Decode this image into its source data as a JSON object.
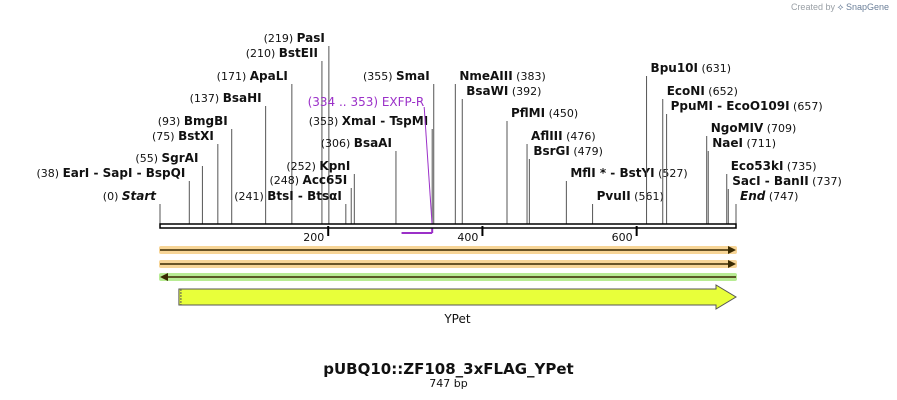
{
  "credit": {
    "prefix": "Created by",
    "brand": "SnapGene"
  },
  "map": {
    "name": "pUBQ10::ZF108_3xFLAG_YPet",
    "length_label": "747 bp",
    "length_bp": 747,
    "ruler_ticks": [
      "200",
      "400",
      "600"
    ],
    "sites": [
      {
        "name": "Start",
        "pos": "(0)",
        "bp": 0,
        "italic": true
      },
      {
        "name": "EarI  -  SapI  -  BspQI",
        "pos": "(38)",
        "bp": 38
      },
      {
        "name": "SgrAI",
        "pos": "(55)",
        "bp": 55
      },
      {
        "name": "BstXI",
        "pos": "(75)",
        "bp": 75
      },
      {
        "name": "BmgBI",
        "pos": "(93)",
        "bp": 93
      },
      {
        "name": "BsaHI",
        "pos": "(137)",
        "bp": 137
      },
      {
        "name": "ApaLI",
        "pos": "(171)",
        "bp": 171
      },
      {
        "name": "BstEII",
        "pos": "(210)",
        "bp": 210
      },
      {
        "name": "PasI",
        "pos": "(219)",
        "bp": 219
      },
      {
        "name": "BtsI  -  BtsαI",
        "pos": "(241)",
        "bp": 241
      },
      {
        "name": "Acc65I",
        "pos": "(248)",
        "bp": 248
      },
      {
        "name": "KpnI",
        "pos": "(252)",
        "bp": 252
      },
      {
        "name": "BsaAI",
        "pos": "(306)",
        "bp": 306
      },
      {
        "name": "XmaI  -  TspMI",
        "pos": "(353)",
        "bp": 353
      },
      {
        "name": "SmaI",
        "pos": "(355)",
        "bp": 355
      },
      {
        "name": "NmeAIII",
        "pos": "(383)",
        "bp": 383
      },
      {
        "name": "BsaWI",
        "pos": "(392)",
        "bp": 392
      },
      {
        "name": "PflMI",
        "pos": "(450)",
        "bp": 450
      },
      {
        "name": "AflIII",
        "pos": "(476)",
        "bp": 476
      },
      {
        "name": "BsrGI",
        "pos": "(479)",
        "bp": 479
      },
      {
        "name": "MflI *  -  BstYI",
        "pos": "(527)",
        "bp": 527
      },
      {
        "name": "PvuII",
        "pos": "(561)",
        "bp": 561
      },
      {
        "name": "Bpu10I",
        "pos": "(631)",
        "bp": 631
      },
      {
        "name": "EcoNI",
        "pos": "(652)",
        "bp": 652
      },
      {
        "name": "PpuMI  -  EcoO109I",
        "pos": "(657)",
        "bp": 657
      },
      {
        "name": "NgoMIV",
        "pos": "(709)",
        "bp": 709
      },
      {
        "name": "NaeI",
        "pos": "(711)",
        "bp": 711
      },
      {
        "name": "Eco53kI",
        "pos": "(735)",
        "bp": 735
      },
      {
        "name": "SacI  -  BanII",
        "pos": "(737)",
        "bp": 737
      },
      {
        "name": "End",
        "pos": "(747)",
        "bp": 747,
        "italic": true
      }
    ],
    "primer": {
      "name": "EXFP-R",
      "range": "(334 .. 353)",
      "start": 334,
      "end": 353,
      "color": "#9b30c8"
    },
    "features": [
      {
        "name": "YPet",
        "start": 31,
        "end": 747,
        "color": "#e8ff3a"
      }
    ],
    "colors": {
      "orf_forward": "#f0b341",
      "orf_reverse": "#7ddc3c",
      "backbone": "#000000",
      "site_line": "#555555"
    }
  }
}
